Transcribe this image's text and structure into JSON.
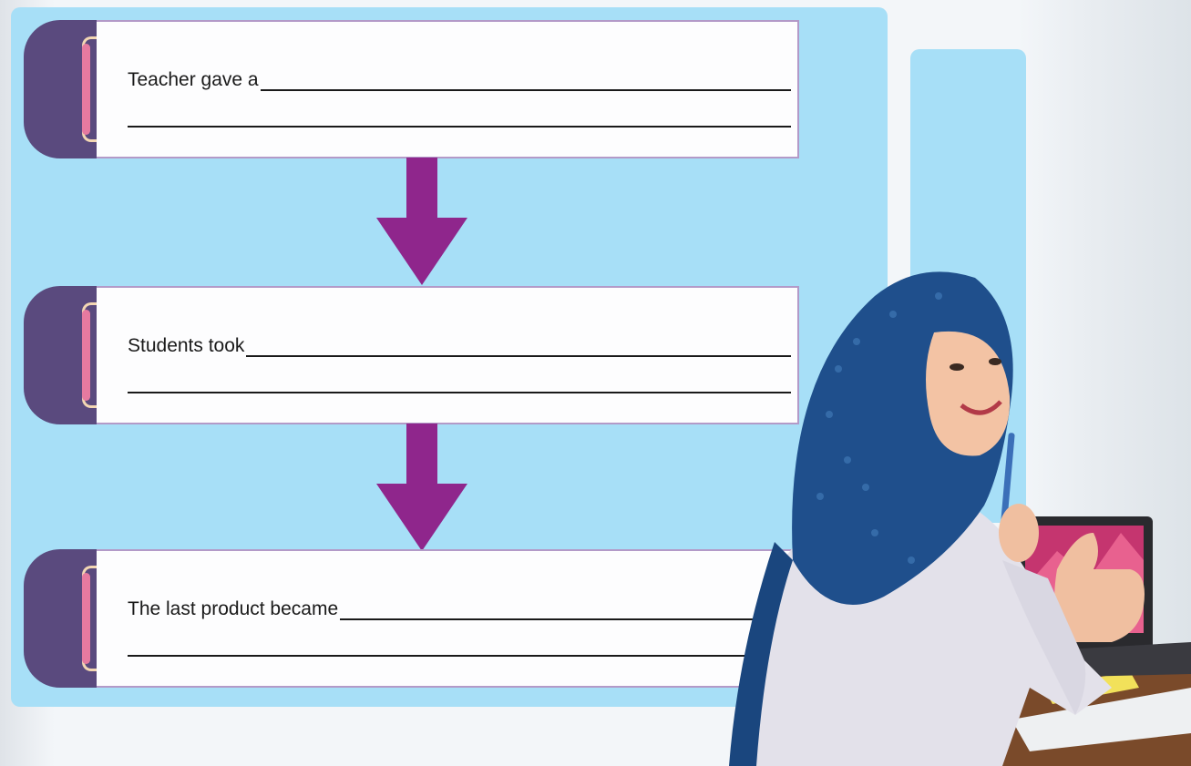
{
  "steps": [
    {
      "prefix": "Teacher gave a"
    },
    {
      "prefix": "Students took "
    },
    {
      "prefix": "The last product became "
    }
  ],
  "colors": {
    "panel": "#a7dff7",
    "tab": "#5a4a7e",
    "arrow": "#8f268c",
    "card_border": "#b39ac8",
    "pill": "#e67aa0"
  },
  "icons": [
    "down-arrow-icon"
  ]
}
